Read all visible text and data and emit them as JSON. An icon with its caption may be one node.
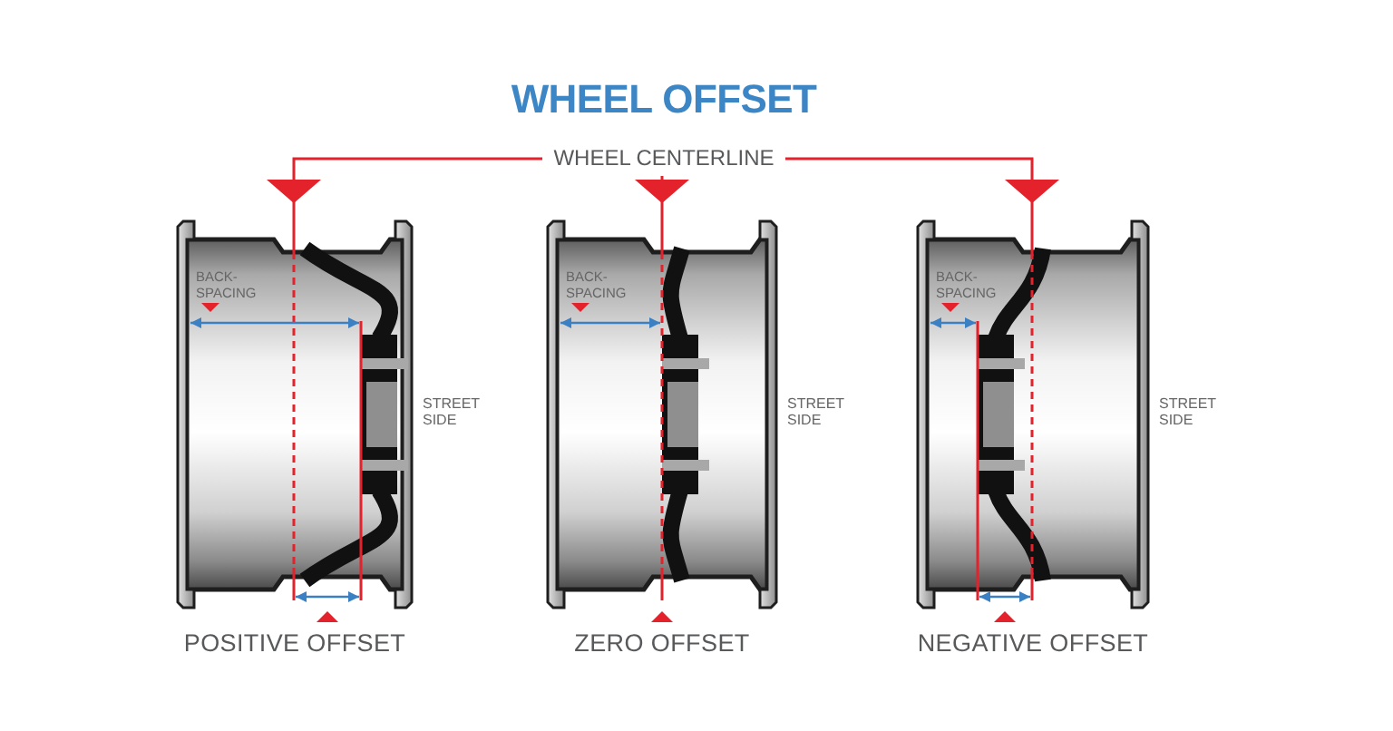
{
  "diagram": {
    "title": "WHEEL OFFSET",
    "nodes": [
      {
        "text": [
          "WHEEL CENTERLINE"
        ]
      },
      {
        "text": [],
        "shape": "picture",
        "beside": [
          "POSITIVE OFFSET",
          "STREET SIDE"
        ]
      },
      {
        "text": [],
        "shape": "picture",
        "beside": [
          "ZERO OFFSET",
          "STREET SIDE"
        ]
      },
      {
        "text": [],
        "shape": "picture",
        "beside": [
          "NEGATIVE OFFSET",
          "STREET SIDE"
        ]
      }
    ],
    "edges": [
      {
        "from": 0,
        "to": 1,
        "arrow": "to"
      },
      {
        "from": 0,
        "to": 2,
        "arrow": "to"
      },
      {
        "from": 0,
        "to": 3,
        "arrow": "to"
      }
    ],
    "labels": [
      "BACK- SPACING",
      "BACK- SPACING",
      "BACK- SPACING"
    ]
  }
}
